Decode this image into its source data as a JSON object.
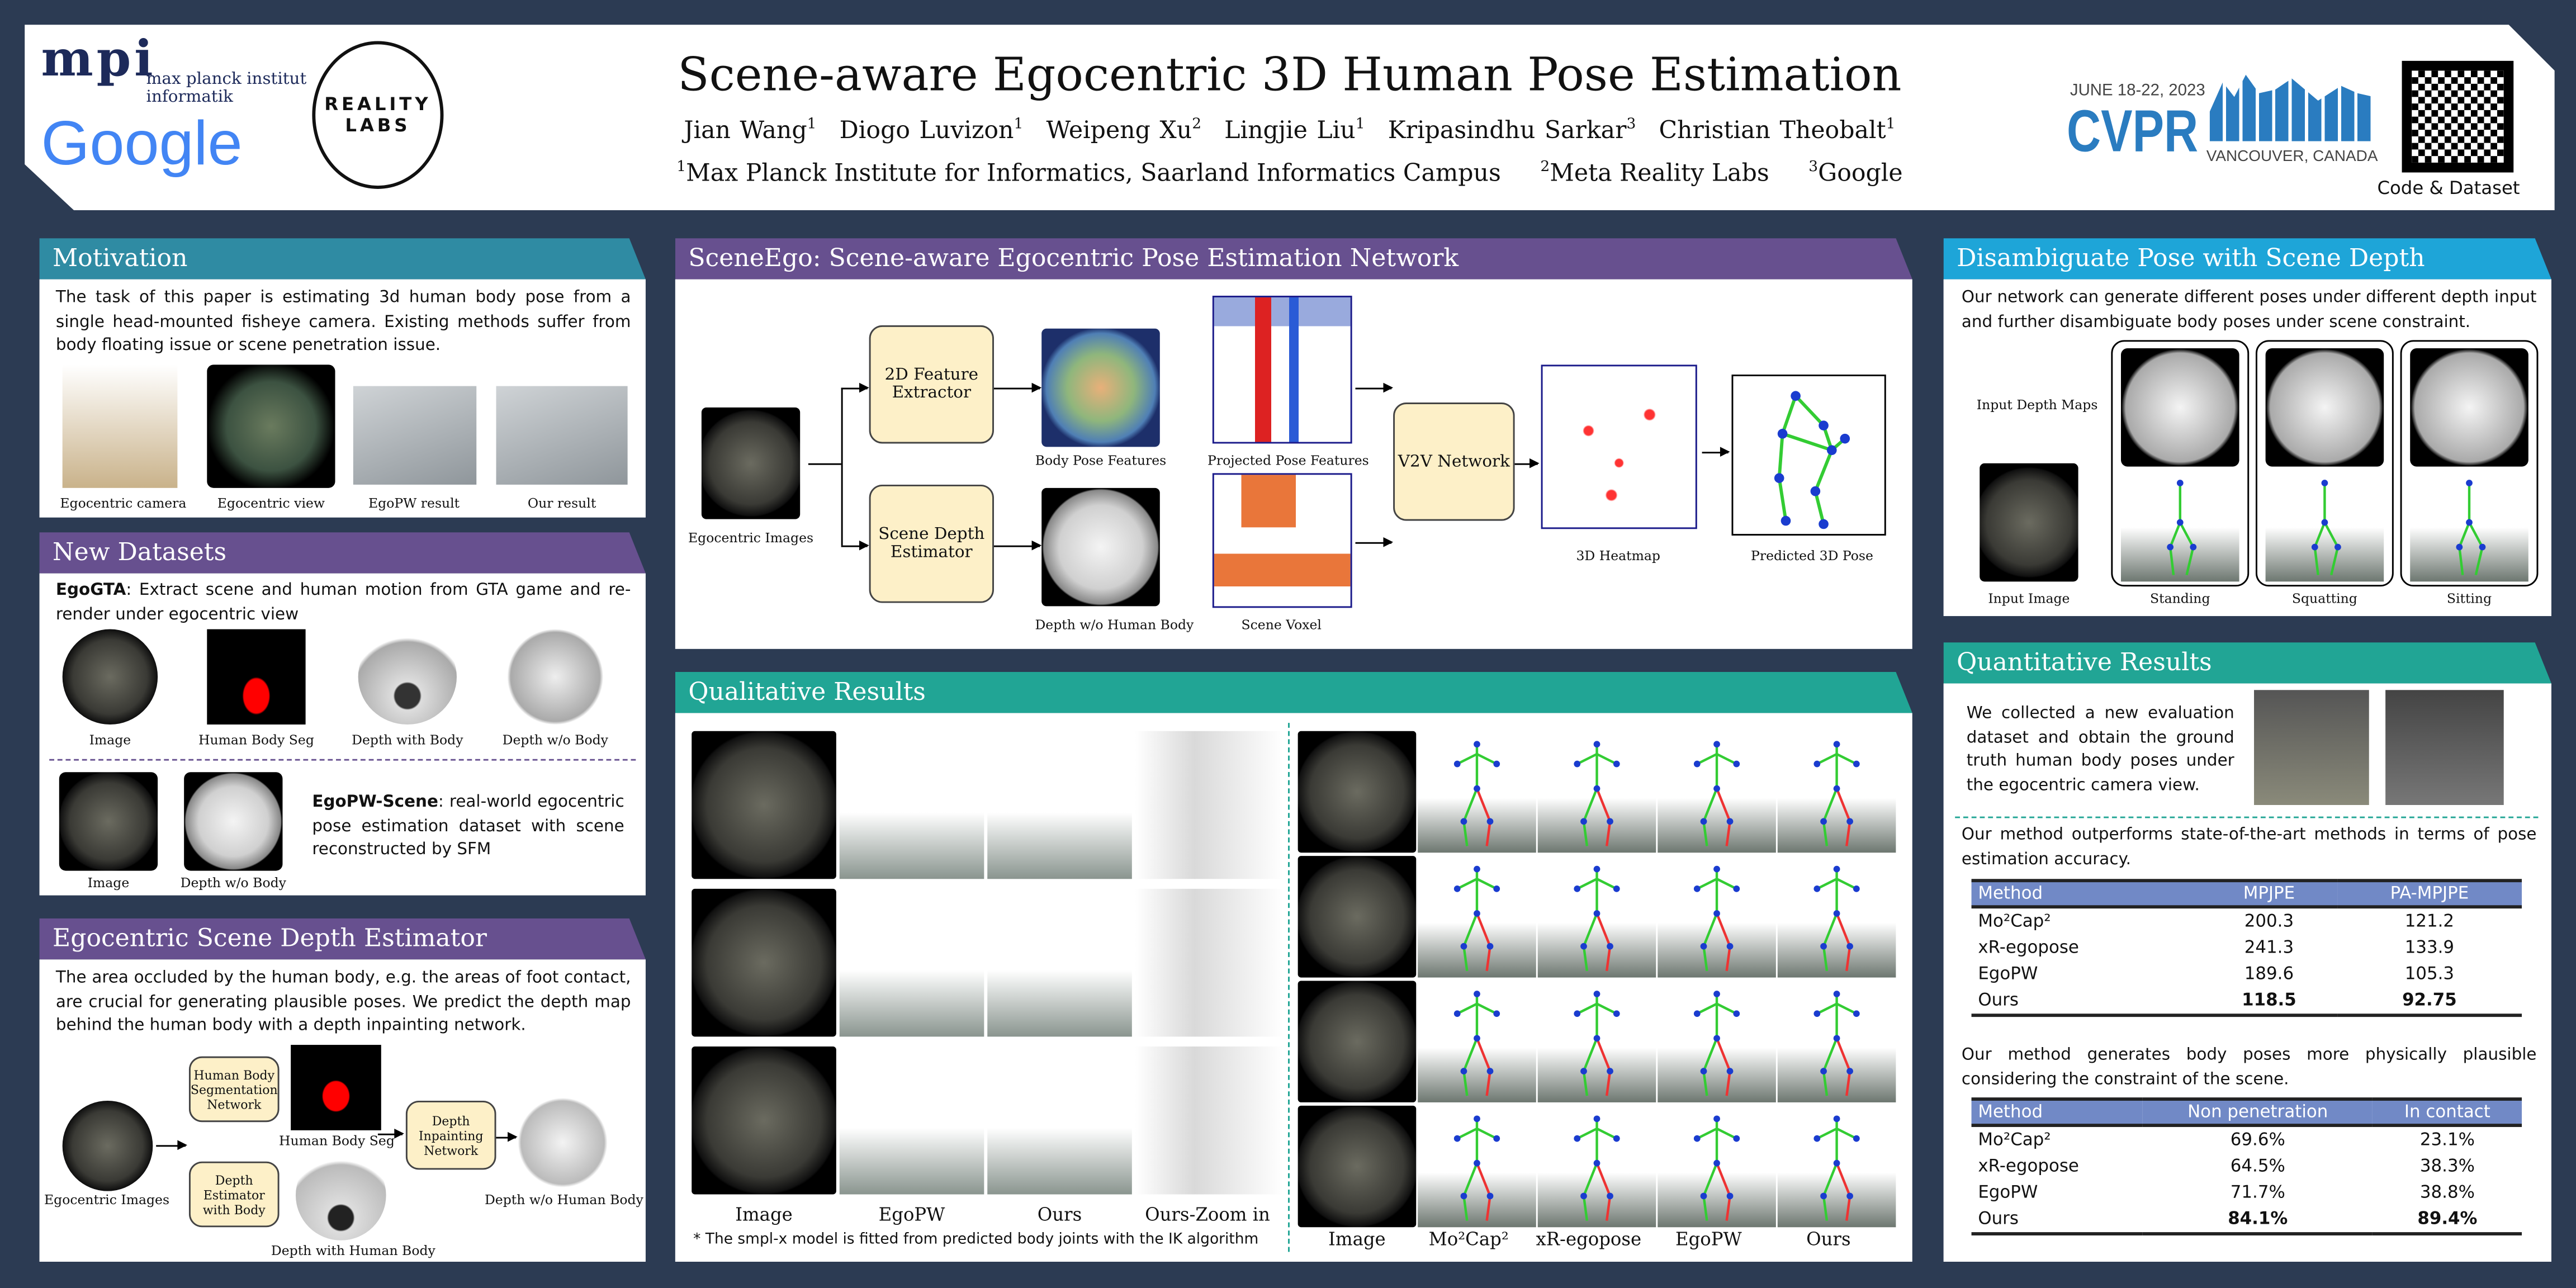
{
  "header": {
    "title": "Scene-aware Egocentric 3D Human Pose Estimation",
    "authors": [
      "Jian Wang",
      "Diogo Luvizon",
      "Weipeng Xu",
      "Lingjie Liu",
      "Kripasindhu Sarkar",
      "Christian Theobalt"
    ],
    "author_marks": [
      "1",
      "1",
      "2",
      "1",
      "3",
      "1"
    ],
    "affiliations": [
      {
        "mark": "1",
        "name": "Max Planck Institute for Informatics, Saarland Informatics Campus"
      },
      {
        "mark": "2",
        "name": "Meta Reality Labs"
      },
      {
        "mark": "3",
        "name": "Google"
      }
    ],
    "logos": {
      "mpi": "mpi",
      "mpi_text1": "max planck institut",
      "mpi_text2": "informatik",
      "google": "Google",
      "reality_labs": "REALITY LABS"
    },
    "cvpr": {
      "dates": "JUNE 18-22, 2023",
      "name": "CVPR",
      "location": "VANCOUVER, CANADA"
    },
    "qr_caption": "Code & Dataset"
  },
  "motivation": {
    "title": "Motivation",
    "text": "The task of this paper is estimating 3d human body pose from a single head-mounted fisheye camera. Existing methods suffer from body floating issue or scene penetration issue.",
    "captions": [
      "Egocentric camera",
      "Egocentric view",
      "EgoPW result",
      "Our result"
    ]
  },
  "datasets": {
    "title": "New Datasets",
    "egogta_name": "EgoGTA",
    "egogta_text": ": Extract scene and human motion from GTA game and re-render under egocentric view",
    "egogta_captions": [
      "Image",
      "Human Body Seg",
      "Depth with Body",
      "Depth w/o Body"
    ],
    "egopw_name": "EgoPW-Scene",
    "egopw_text": ": real-world egocentric pose estimation dataset with scene reconstructed by SFM",
    "egopw_captions": [
      "Image",
      "Depth w/o Body"
    ]
  },
  "depth_estimator": {
    "title": "Egocentric Scene Depth Estimator",
    "text": "The area occluded by the human body, e.g. the areas of foot contact, are crucial for generating plausible poses. We predict the depth map behind the human body with a depth inpainting network.",
    "boxes": [
      "Human Body Segmentation Network",
      "Depth Estimator with Body",
      "Depth Inpainting Network"
    ],
    "captions": [
      "Egocentric Images",
      "Human Body Seg",
      "Depth with Human Body",
      "Depth w/o Human Body"
    ]
  },
  "network": {
    "title": "SceneEgo: Scene-aware Egocentric Pose Estimation Network",
    "boxes": [
      "2D Feature Extractor",
      "Scene Depth Estimator",
      "V2V Network"
    ],
    "captions": [
      "Egocentric Images",
      "Body Pose Features",
      "Projected Pose Features",
      "Depth w/o Human Body",
      "Scene Voxel",
      "3D Heatmap",
      "Predicted 3D Pose"
    ]
  },
  "qualitative": {
    "title": "Qualitative Results",
    "left_cols": [
      "Image",
      "EgoPW",
      "Ours",
      "Ours-Zoom in"
    ],
    "right_cols": [
      "Image",
      "Mo²Cap²",
      "xR-egopose",
      "EgoPW",
      "Ours"
    ],
    "footnote": "* The smpl-x model is fitted from predicted body joints with the IK algorithm"
  },
  "disambiguate": {
    "title": "Disambiguate Pose with Scene Depth",
    "text": "Our network can generate different poses under different depth input and further disambiguate body poses under scene constraint.",
    "row_label": "Input Depth Maps",
    "input_label": "Input Image",
    "poses": [
      "Standing",
      "Squatting",
      "Sitting"
    ]
  },
  "quantitative": {
    "title": "Quantitative Results",
    "intro": "We collected a new evaluation dataset and obtain the ground truth human body poses under the egocentric camera view.",
    "text1": "Our method outperforms state-of-the-art methods in terms of pose estimation accuracy.",
    "table1": {
      "headers": [
        "Method",
        "MPJPE",
        "PA-MPJPE"
      ],
      "rows": [
        [
          "Mo²Cap²",
          "200.3",
          "121.2"
        ],
        [
          "xR-egopose",
          "241.3",
          "133.9"
        ],
        [
          "EgoPW",
          "189.6",
          "105.3"
        ],
        [
          "Ours",
          "118.5",
          "92.75"
        ]
      ]
    },
    "text2": "Our method generates body poses more physically plausible considering the constraint of the scene.",
    "table2": {
      "headers": [
        "Method",
        "Non penetration",
        "In contact"
      ],
      "rows": [
        [
          "Mo²Cap²",
          "69.6%",
          "23.1%"
        ],
        [
          "xR-egopose",
          "64.5%",
          "38.3%"
        ],
        [
          "EgoPW",
          "71.7%",
          "38.8%"
        ],
        [
          "Ours",
          "84.1%",
          "89.4%"
        ]
      ]
    }
  }
}
